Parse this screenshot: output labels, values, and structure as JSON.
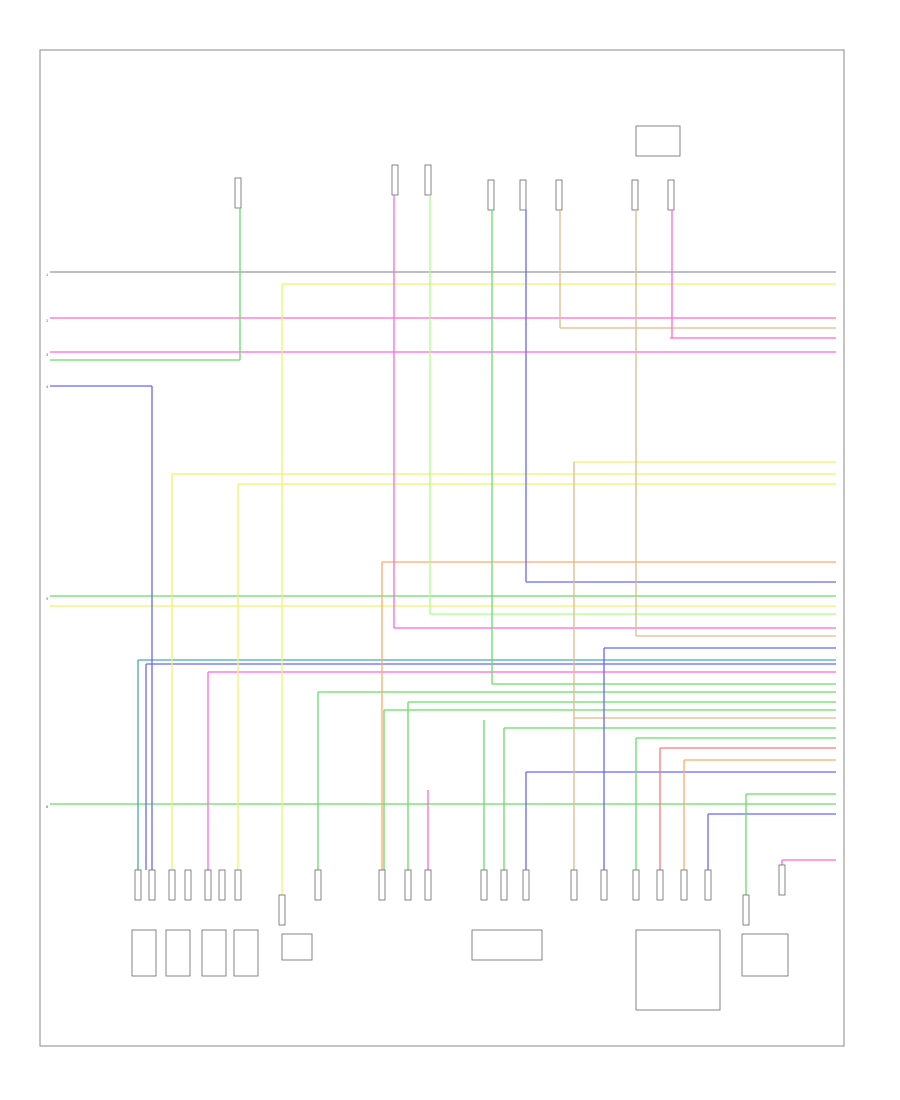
{
  "footer_code": "",
  "components": [
    {
      "id": "top-comp-1",
      "label": ""
    },
    {
      "id": "top-comp-2",
      "label": ""
    },
    {
      "id": "top-comp-3",
      "label": ""
    },
    {
      "id": "top-comp-4",
      "label": ""
    },
    {
      "id": "bottom-comp-1",
      "label": ""
    },
    {
      "id": "bottom-comp-2",
      "label": ""
    },
    {
      "id": "bottom-comp-3",
      "label": ""
    },
    {
      "id": "bottom-comp-4",
      "label": ""
    },
    {
      "id": "bottom-comp-5",
      "label": ""
    },
    {
      "id": "bottom-comp-6",
      "label": ""
    }
  ],
  "wire_colors": {
    "green": "#66dd66",
    "yellow": "#f2f26a",
    "pink": "#ff66dd",
    "blue": "#6666ff",
    "teal": "#44aaaa",
    "orange": "#ffaa66",
    "tan": "#ddbb88",
    "gray": "#999999",
    "red": "#ff7777",
    "lime": "#aaff88"
  }
}
